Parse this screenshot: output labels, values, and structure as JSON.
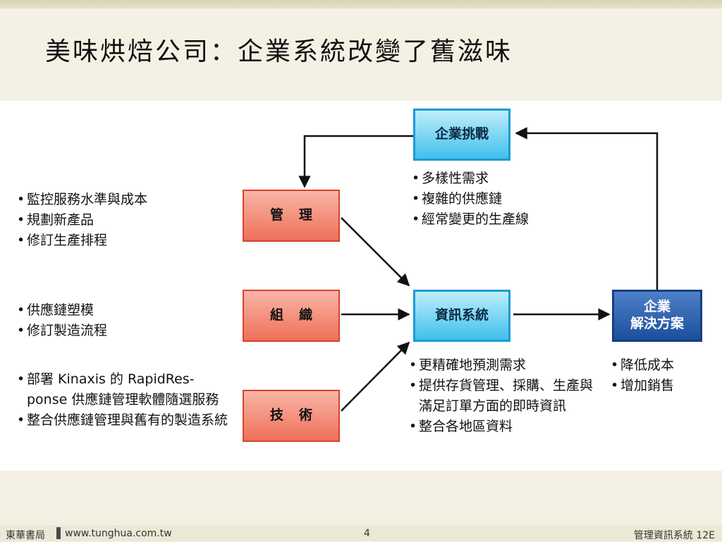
{
  "slide": {
    "title": "美味烘焙公司：企業系統改變了舊滋味"
  },
  "diagram": {
    "boxes": {
      "management": "管理",
      "organization": "組織",
      "technology": "技術",
      "business_challenges": "企業挑戰",
      "information_system": "資訊系統",
      "business_solution_line1": "企業",
      "business_solution_line2": "解決方案"
    },
    "management_points": [
      "監控服務水準與成本",
      "規劃新產品",
      "修訂生產排程"
    ],
    "organization_points": [
      "供應鏈塑模",
      "修訂製造流程"
    ],
    "technology_points": [
      "部署 Kinaxis 的 RapidRes-ponse 供應鏈管理軟體隨選服務",
      "整合供應鏈管理與舊有的製造系統"
    ],
    "challenge_points": [
      "多樣性需求",
      "複雜的供應鏈",
      "經常變更的生產線"
    ],
    "system_points": [
      "更精確地預測需求",
      "提供存貨管理、採購、生產與滿足訂單方面的即時資訊",
      "整合各地區資料"
    ],
    "solution_points": [
      "降低成本",
      "增加銷售"
    ]
  },
  "footer": {
    "publisher": "東華書局",
    "url": "www.tunghua.com.tw",
    "page_number": "4",
    "book_title": "管理資訊系統 12E"
  }
}
